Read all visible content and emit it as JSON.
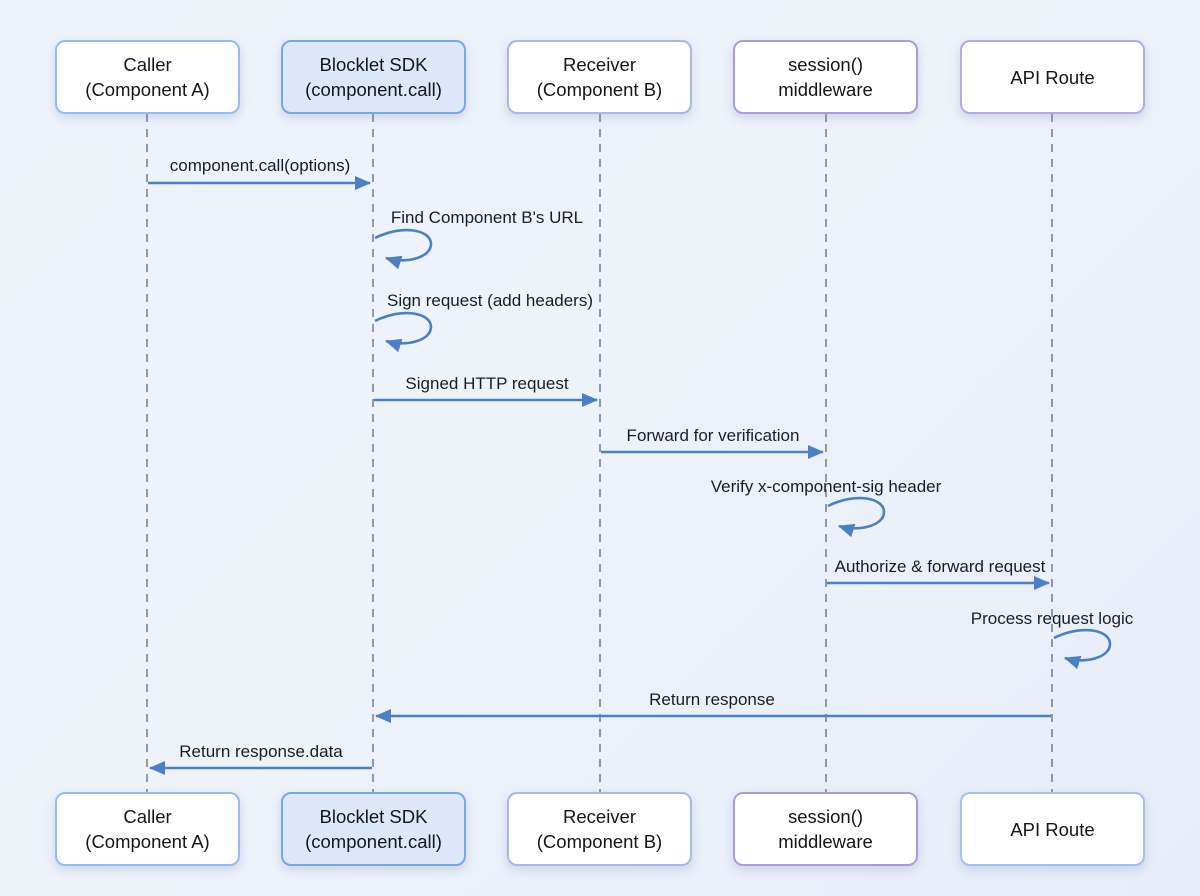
{
  "diagram": {
    "title": "Blocklet component call sequence diagram",
    "background_color": "#eef2f9",
    "arrow_color": "#4b80c5",
    "lifeline_color": "#76839b",
    "text_color": "#1c1d21"
  },
  "actors": [
    {
      "id": "caller",
      "line1": "Caller",
      "line2": "(Component A)",
      "border_color": "#93bdf0",
      "fill_color": "#ffffff"
    },
    {
      "id": "blocklet-sdk",
      "line1": "Blocklet SDK",
      "line2": "(component.call)",
      "border_color": "#78a7e8",
      "fill_color": "#dce8f9"
    },
    {
      "id": "receiver",
      "line1": "Receiver",
      "line2": "(Component B)",
      "border_color": "#aab7ea",
      "fill_color": "#ffffff"
    },
    {
      "id": "session-middleware",
      "line1": "session()",
      "line2": "middleware",
      "border_color": "#ae9bdd",
      "fill_color": "#ffffff"
    },
    {
      "id": "api-route",
      "line1": "API Route",
      "line2": "",
      "border_color": "#b7a8e8",
      "fill_color": "#ffffff"
    }
  ],
  "messages": [
    {
      "seq": 1,
      "label": "component.call(options)",
      "from": "caller",
      "to": "blocklet-sdk",
      "type": "arrow"
    },
    {
      "seq": 2,
      "label": "Find Component B's URL",
      "actor": "blocklet-sdk",
      "type": "self-loop"
    },
    {
      "seq": 3,
      "label": "Sign request (add headers)",
      "actor": "blocklet-sdk",
      "type": "self-loop"
    },
    {
      "seq": 4,
      "label": "Signed HTTP request",
      "from": "blocklet-sdk",
      "to": "receiver",
      "type": "arrow"
    },
    {
      "seq": 5,
      "label": "Forward for verification",
      "from": "receiver",
      "to": "session-middleware",
      "type": "arrow"
    },
    {
      "seq": 6,
      "label": "Verify x-component-sig header",
      "actor": "session-middleware",
      "type": "self-loop"
    },
    {
      "seq": 7,
      "label": "Authorize & forward request",
      "from": "session-middleware",
      "to": "api-route",
      "type": "arrow"
    },
    {
      "seq": 8,
      "label": "Process request logic",
      "actor": "api-route",
      "type": "self-loop"
    },
    {
      "seq": 9,
      "label": "Return response",
      "from": "api-route",
      "to": "blocklet-sdk",
      "type": "arrow"
    },
    {
      "seq": 10,
      "label": "Return response.data",
      "from": "blocklet-sdk",
      "to": "caller",
      "type": "arrow"
    }
  ]
}
